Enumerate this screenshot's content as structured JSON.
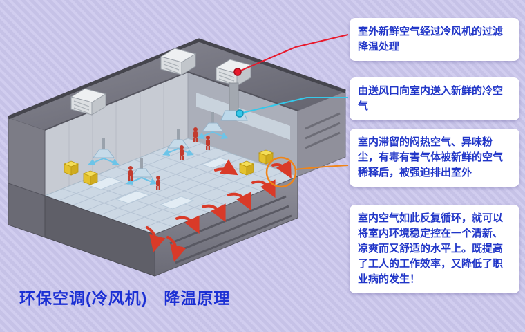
{
  "page": {
    "title": "环保空调(冷风机)　降温原理"
  },
  "callouts": [
    {
      "text": "室外新鲜空气经过冷风机的过滤降温处理",
      "pointer": "red"
    },
    {
      "text": "由送风口向室内送入新鲜的冷空气",
      "pointer": "cyan"
    },
    {
      "text": "室内滞留的闷热空气、异味粉尘，有毒有害气体被新鲜的空气稀释后，被强迫排出室外",
      "pointer": "orange"
    },
    {
      "text": "室内空气如此反复循环，就可以将室内环境稳定控在一个清新、凉爽而又舒适的水平上。既提高了工人的工作效率，又降低了职业病的发生！",
      "pointer": "none"
    }
  ],
  "colors": {
    "background": "#c6c2e7",
    "callout_text": "#2136c8",
    "title_text": "#1b2fd4",
    "pointer_red": "#e8192c",
    "pointer_cyan": "#35c8ea",
    "pointer_orange": "#f08519"
  }
}
